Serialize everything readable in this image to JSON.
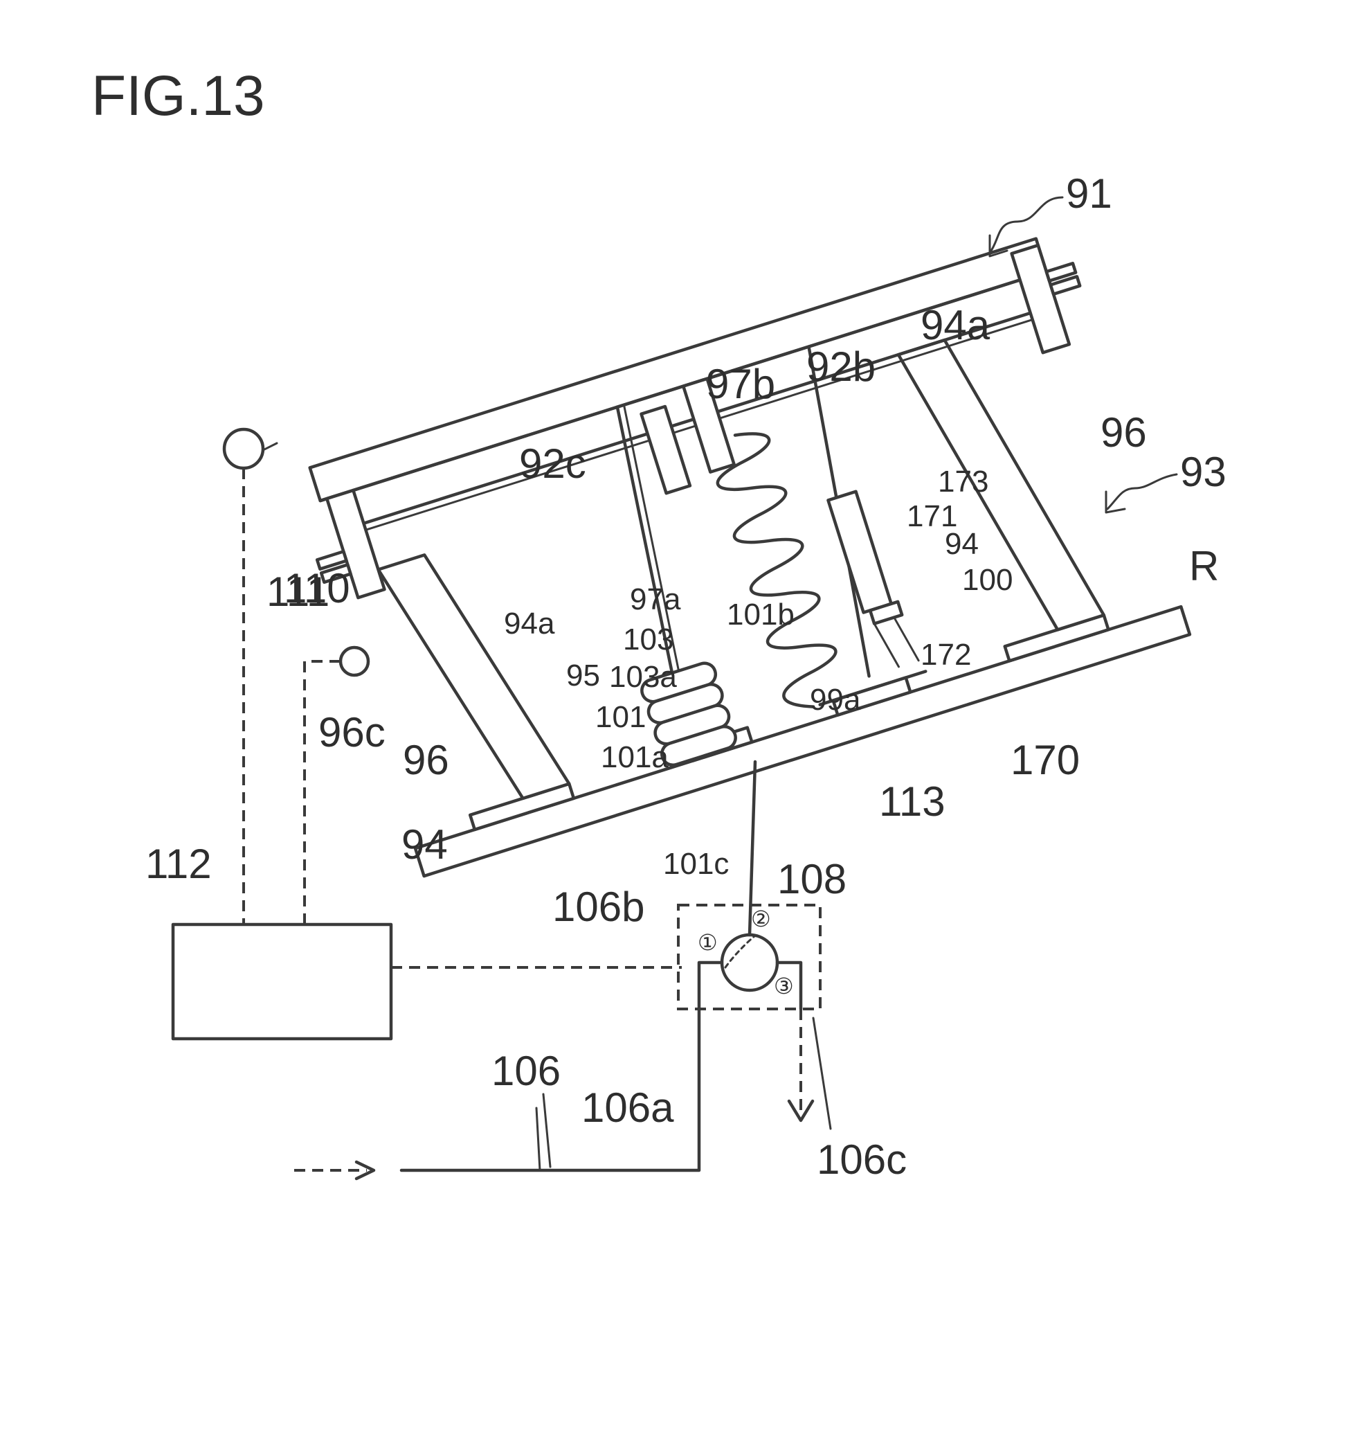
{
  "figure": {
    "title": "FIG.13",
    "labels": {
      "l91": "91",
      "l92b": "92b",
      "l92c": "92c",
      "l93": "93",
      "l94a_top": "94a",
      "l94a_left": "94a",
      "l94_right": "94",
      "l94_left": "94",
      "l95": "95",
      "l96_right": "96",
      "l96_left": "96",
      "l96c": "96c",
      "l97a": "97a",
      "l97b": "97b",
      "l99a": "99a",
      "l100": "100",
      "l101": "101",
      "l101a": "101a",
      "l101b": "101b",
      "l101c": "101c",
      "l103": "103",
      "l103a": "103a",
      "l106": "106",
      "l106a": "106a",
      "l106b": "106b",
      "l106c": "106c",
      "l108": "108",
      "l110": "110",
      "l111": "111",
      "l112": "112",
      "l113": "113",
      "l170": "170",
      "l171": "171",
      "l172": "172",
      "l173": "173",
      "lR": "R",
      "port1": "①",
      "port2": "②",
      "port3": "③"
    }
  }
}
